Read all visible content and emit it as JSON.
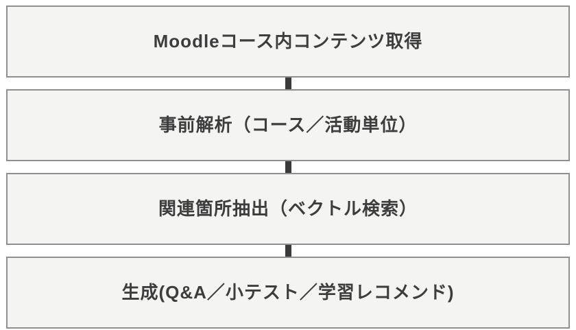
{
  "diagram": {
    "type": "flowchart",
    "direction": "top-down",
    "steps": [
      {
        "label": "Moodleコース内コンテンツ取得"
      },
      {
        "label": "事前解析（コース／活動単位）"
      },
      {
        "label": "関連箇所抽出（ベクトル検索）"
      },
      {
        "label": "生成(Q&A／小テスト／学習レコメンド)"
      }
    ],
    "colors": {
      "background": "#ffffff",
      "box_fill": "#f4f4f2",
      "box_border": "#8f8f8f",
      "text": "#3d3d3d",
      "connector": "#3a3a3a"
    }
  }
}
